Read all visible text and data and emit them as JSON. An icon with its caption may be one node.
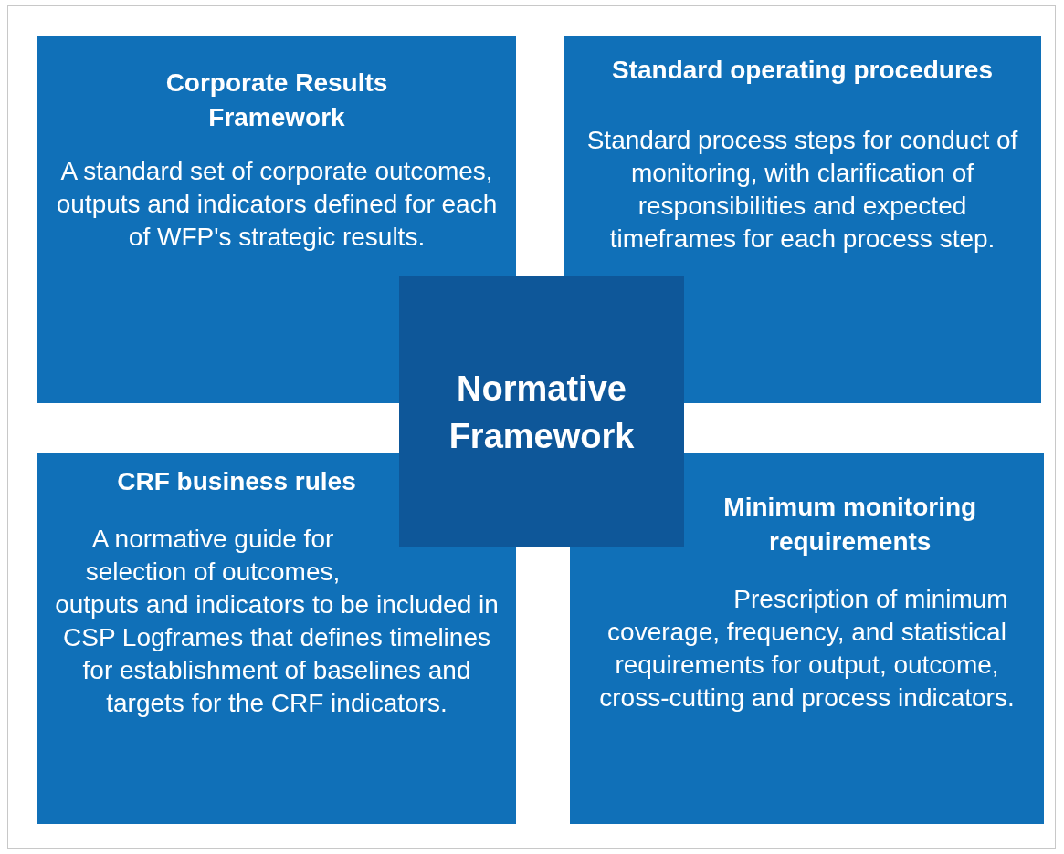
{
  "diagram": {
    "nodes": [
      {
        "text": [
          "Corporate Results Framework",
          "A standard set of corporate outcomes, outputs and indicators defined for each of WFP's strategic results."
        ]
      },
      {
        "text": [
          "Standard operating procedures",
          "Standard process steps for conduct of monitoring, with clarification of responsibilities and expected timeframes for each process step."
        ]
      },
      {
        "text": [
          "CRF business rules",
          "A normative guide for selection of outcomes, outputs and indicators to be included in CSP Logframes that defines timelines for establishment of baselines and targets for the CRF indicators."
        ]
      },
      {
        "text": [
          "Minimum monitoring requirements",
          "Prescription of minimum coverage, frequency, and statistical requirements for output, outcome, cross-cutting and process indicators."
        ]
      },
      {
        "text": [
          "Normative Framework"
        ]
      }
    ]
  }
}
